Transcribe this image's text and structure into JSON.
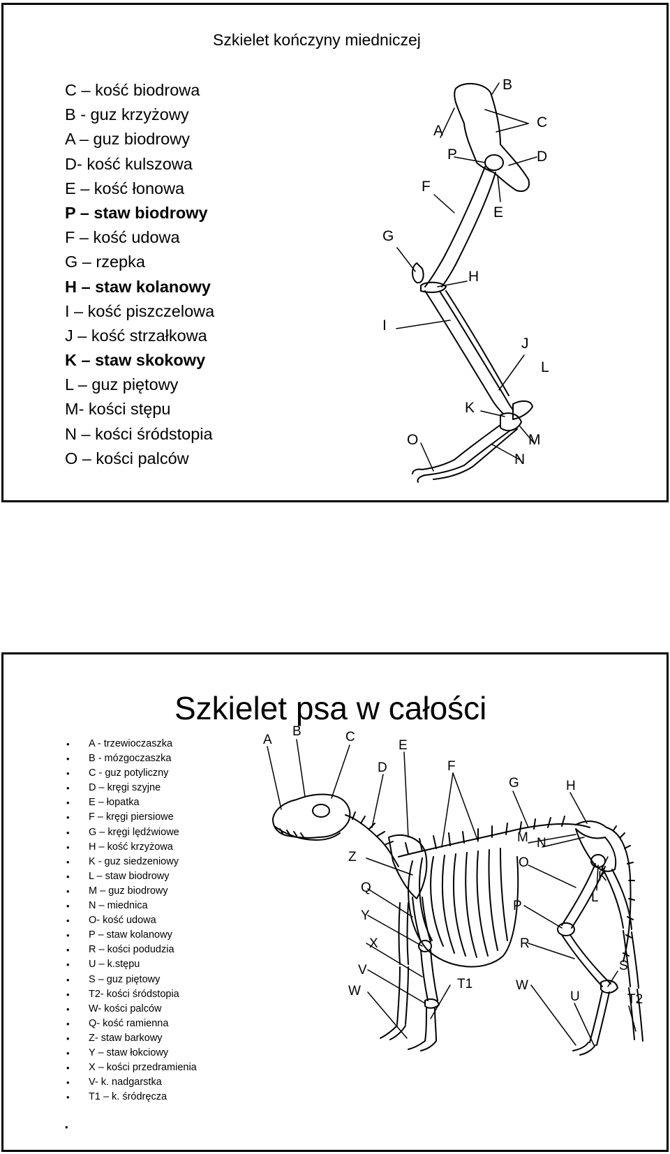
{
  "slide1": {
    "title": "Szkielet kończyny miedniczej",
    "legend": [
      {
        "text": "C – kość biodrowa",
        "bold": false
      },
      {
        "text": "B - guz krzyżowy",
        "bold": false
      },
      {
        "text": "A – guz biodrowy",
        "bold": false
      },
      {
        "text": "D- kość kulszowa",
        "bold": false
      },
      {
        "text": "E – kość łonowa",
        "bold": false
      },
      {
        "text": "P – staw biodrowy",
        "bold": true
      },
      {
        "text": "F – kość udowa",
        "bold": false
      },
      {
        "text": "G – rzepka",
        "bold": false
      },
      {
        "text": "H – staw kolanowy",
        "bold": true
      },
      {
        "text": "I – kość piszczelowa",
        "bold": false
      },
      {
        "text": "J – kość strzałkowa",
        "bold": false
      },
      {
        "text": "K – staw skokowy",
        "bold": true
      },
      {
        "text": "L – guz piętowy",
        "bold": false
      },
      {
        "text": "M- kości stępu",
        "bold": false
      },
      {
        "text": "N – kości śródstopia",
        "bold": false
      },
      {
        "text": "O – kości palców",
        "bold": false
      }
    ],
    "diagram_labels": {
      "A": "A",
      "B": "B",
      "C": "C",
      "D": "D",
      "E": "E",
      "F": "F",
      "G": "G",
      "H": "H",
      "I": "I",
      "J": "J",
      "K": "K",
      "L": "L",
      "M": "M",
      "N": "N",
      "O": "O",
      "P": "P"
    }
  },
  "slide2": {
    "title": "Szkielet psa w całości",
    "legend": [
      "A - trzewioczaszka",
      "B - mózgoczaszka",
      "C - guz potyliczny",
      "D – kręgi szyjne",
      "E – łopatka",
      "F – kręgi piersiowe",
      "G – kręgi lędźwiowe",
      "H – kość krzyżowa",
      "K - guz siedzeniowy",
      "L – staw biodrowy",
      "M – guz biodrowy",
      "N – miednica",
      "O- kość udowa",
      "P – staw kolanowy",
      "R – kości podudzia",
      "U – k.stępu",
      "S – guz piętowy",
      "T2- kości śródstopia",
      "W- kości palców",
      "Q- kość ramienna",
      "Z- staw barkowy",
      "Y – staw łokciowy",
      "X – kości przedramienia",
      "V- k. nadgarstka",
      "T1 – k. śródręcza"
    ],
    "trailing_bullet": "•",
    "diagram_labels": {
      "A": "A",
      "B": "B",
      "C": "C",
      "D": "D",
      "E": "E",
      "F": "F",
      "G": "G",
      "H": "H",
      "M": "M",
      "N": "N",
      "O": "O",
      "K": "K",
      "L": "L",
      "P": "P",
      "R": "R",
      "S": "S",
      "W1": "W",
      "U": "U",
      "T2": "T2",
      "Z": "Z",
      "Q": "Q",
      "Y": "Y",
      "X": "X",
      "V": "V",
      "W2": "W",
      "T1": "T1"
    }
  }
}
